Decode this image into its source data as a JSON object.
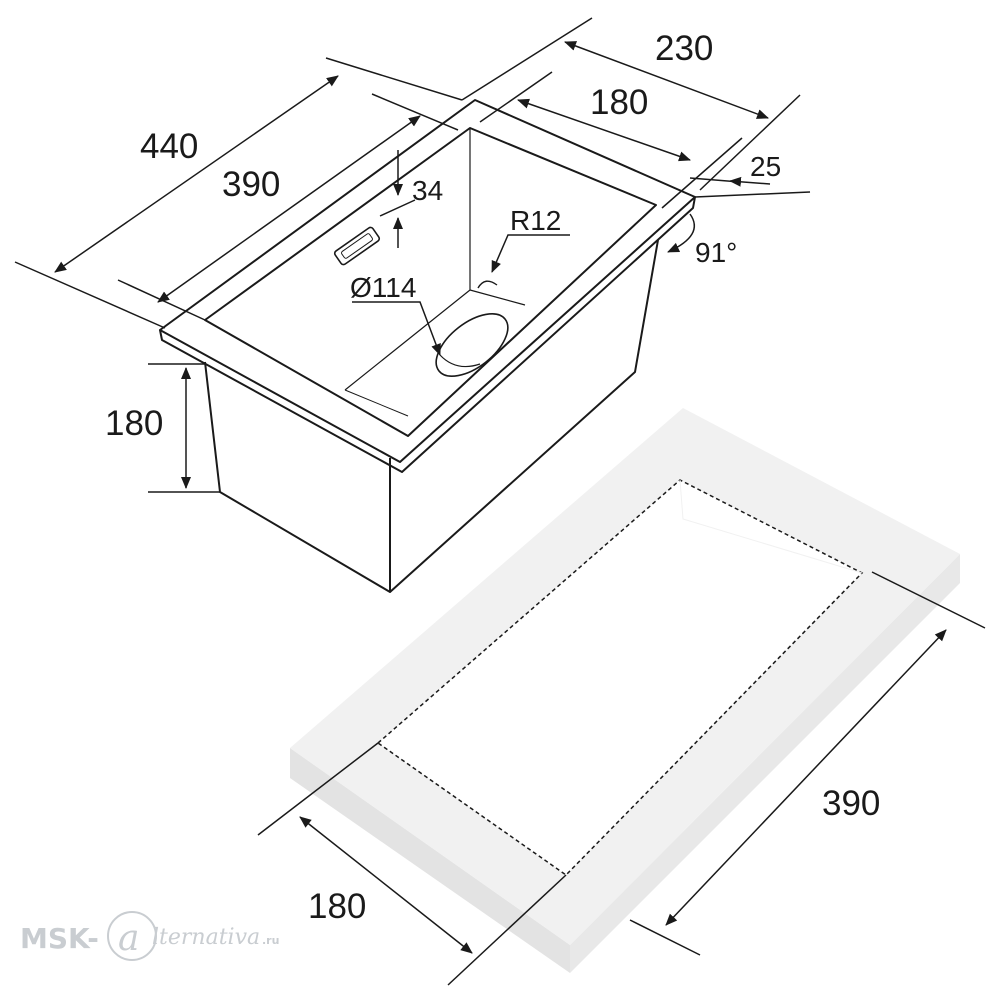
{
  "diagram": {
    "colors": {
      "line": "#1a1a1a",
      "countertop_top": "#f1f1f1",
      "countertop_side": "#e3e3e3",
      "watermark": "#c9cdd1"
    },
    "sink_dimensions": {
      "overall_width": "230",
      "bowl_width": "180",
      "rim": "25",
      "overall_length": "440",
      "bowl_length": "390",
      "overflow_offset": "34",
      "corner_radius": "R12",
      "drain_diameter": "Ø114",
      "wall_angle": "91°",
      "depth": "180"
    },
    "cutout_dimensions": {
      "length": "390",
      "width": "180"
    },
    "watermark": {
      "brand_prefix": "MSK-",
      "brand_suffix": "lternativa",
      "domain": ".ru"
    }
  }
}
